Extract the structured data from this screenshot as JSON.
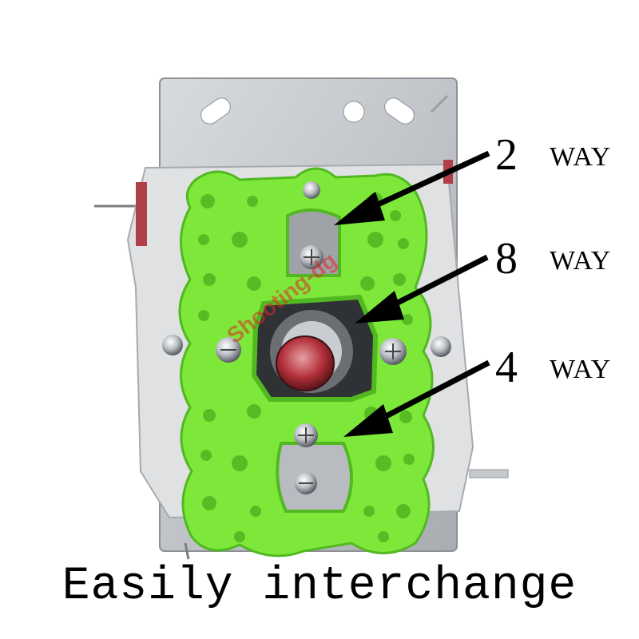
{
  "labels": {
    "two": {
      "number": "2",
      "word": "WAY"
    },
    "eight": {
      "number": "8",
      "word": "WAY"
    },
    "four": {
      "number": "4",
      "word": "WAY"
    }
  },
  "caption": "Easily interchange",
  "watermark": "Shooting-dg",
  "colors": {
    "plate": "#c9ccd0",
    "green_plate": "#7ee83a",
    "green_dark": "#52b822",
    "arrow": "#000000",
    "shaft": "#b3303a"
  }
}
